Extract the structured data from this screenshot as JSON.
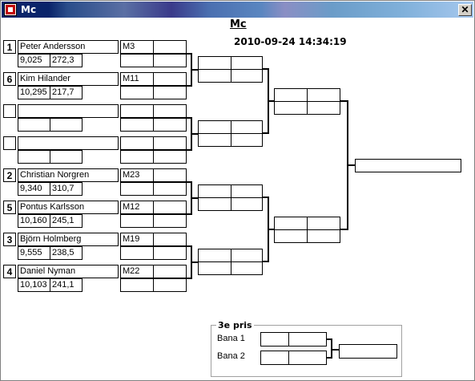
{
  "window": {
    "title": "Mc",
    "close_label": "✕"
  },
  "header": {
    "title": "Mc",
    "timestamp": "2010-09-24 14:34:19"
  },
  "round1": [
    {
      "seed": "1",
      "name": "Peter Andersson",
      "stat1": "9,025",
      "stat2": "272,3",
      "match": "M3"
    },
    {
      "seed": "6",
      "name": "Kim Hilander",
      "stat1": "10,295",
      "stat2": "217,7",
      "match": "M11"
    },
    {
      "seed": "",
      "name": "",
      "stat1": "",
      "stat2": "",
      "match": ""
    },
    {
      "seed": "",
      "name": "",
      "stat1": "",
      "stat2": "",
      "match": ""
    },
    {
      "seed": "2",
      "name": "Christian Norgren",
      "stat1": "9,340",
      "stat2": "310,7",
      "match": "M23"
    },
    {
      "seed": "5",
      "name": "Pontus Karlsson",
      "stat1": "10,160",
      "stat2": "245,1",
      "match": "M12"
    },
    {
      "seed": "3",
      "name": "Björn Holmberg",
      "stat1": "9,555",
      "stat2": "238,5",
      "match": "M19"
    },
    {
      "seed": "4",
      "name": "Daniel Nyman",
      "stat1": "10,103",
      "stat2": "241,1",
      "match": "M22"
    }
  ],
  "third_place": {
    "title": "3e pris",
    "lane1": "Bana 1",
    "lane2": "Bana 2"
  }
}
